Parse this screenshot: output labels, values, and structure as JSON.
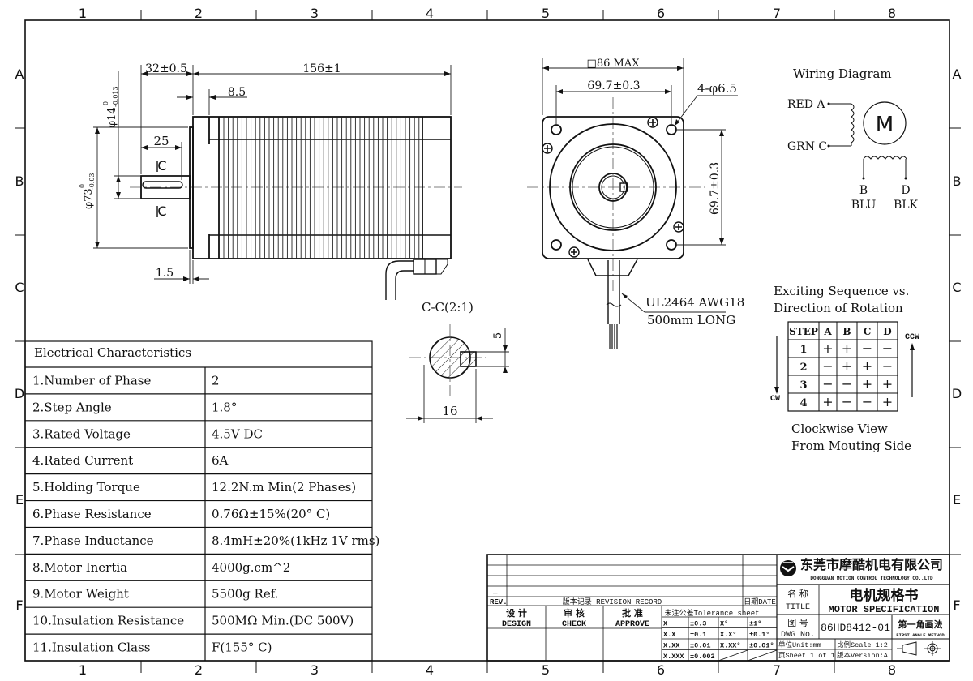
{
  "border": {
    "columns": [
      "1",
      "2",
      "3",
      "4",
      "5",
      "6",
      "7",
      "8"
    ],
    "rows": [
      "A",
      "B",
      "C",
      "D",
      "E",
      "F"
    ]
  },
  "side_view": {
    "dim_shaft_length": "32±0.5",
    "dim_body_length": "156±1",
    "dim_flange_step": "8.5",
    "dim_key_length": "25",
    "dim_pilot_thickness": "1.5",
    "dim_shaft_dia": "φ14",
    "dim_shaft_dia_tol_upper": "0",
    "dim_shaft_dia_tol_lower": "-0.013",
    "dim_pilot_dia": "φ73",
    "dim_pilot_dia_tol_upper": "0",
    "dim_pilot_dia_tol_lower": "-0.03",
    "section_mark": "C"
  },
  "front_view": {
    "dim_max_square": "□86 MAX",
    "dim_hole_spacing_h": "69.7±0.3",
    "dim_hole_spacing_v": "69.7±0.3",
    "dim_holes": "4-φ6.5",
    "cable_spec": "UL2464 AWG18",
    "cable_length": "500mm LONG"
  },
  "section_view": {
    "title": "C-C(2:1)",
    "dim_width": "16",
    "dim_key": "5"
  },
  "wiring": {
    "title": "Wiring Diagram",
    "motor_label": "M",
    "wire_a": "RED A",
    "wire_c": "GRN C",
    "wire_b": "B",
    "wire_b_color": "BLU",
    "wire_d": "D",
    "wire_d_color": "BLK"
  },
  "sequence": {
    "title_line1": "Exciting Sequence vs.",
    "title_line2": "Direction of Rotation",
    "headers": [
      "STEP",
      "A",
      "B",
      "C",
      "D"
    ],
    "rows": [
      [
        "1",
        "+",
        "+",
        "−",
        "−"
      ],
      [
        "2",
        "−",
        "+",
        "+",
        "−"
      ],
      [
        "3",
        "−",
        "−",
        "+",
        "+"
      ],
      [
        "4",
        "+",
        "−",
        "−",
        "+"
      ]
    ],
    "ccw_label": "CCW",
    "cw_label": "CW",
    "note_line1": "Clockwise View",
    "note_line2": "From Mouting Side"
  },
  "electrical": {
    "title": "Electrical Characteristics",
    "rows": [
      {
        "label": "1.Number of Phase",
        "value": "2"
      },
      {
        "label": "2.Step Angle",
        "value": "1.8°"
      },
      {
        "label": "3.Rated Voltage",
        "value": "4.5V DC"
      },
      {
        "label": "4.Rated Current",
        "value": "6A"
      },
      {
        "label": "5.Holding Torque",
        "value": "12.2N.m Min(2 Phases)"
      },
      {
        "label": "6.Phase Resistance",
        "value": "0.76Ω±15%(20° C)"
      },
      {
        "label": "7.Phase Inductance",
        "value": "8.4mH±20%(1kHz 1V rms)"
      },
      {
        "label": "8.Motor Inertia",
        "value": "4000g.cm^2"
      },
      {
        "label": "9.Motor Weight",
        "value": "5500g Ref."
      },
      {
        "label": "10.Insulation Resistance",
        "value": "500MΩ Min.(DC 500V)"
      },
      {
        "label": "11.Insulation Class",
        "value": "F(155° C)"
      }
    ]
  },
  "title_block": {
    "rev_mark": "—",
    "rev_label": "REV.",
    "revision_record": "版本记录 REVISION RECORD",
    "date_label": "日期DATE",
    "design_cn": "设 计",
    "design_en": "DESIGN",
    "check_cn": "审 核",
    "check_en": "CHECK",
    "approve_cn": "批 准",
    "approve_en": "APPROVE",
    "tolerance_title": "未注公差Tolerance sheet",
    "tolerance": [
      [
        "X",
        "±0.3",
        "X°",
        "±1°"
      ],
      [
        "X.X",
        "±0.1",
        "X.X°",
        "±0.1°"
      ],
      [
        "X.XX",
        "±0.01",
        "X.XX°",
        "±0.01°"
      ],
      [
        "X.XXX",
        "±0.002",
        "",
        ""
      ]
    ],
    "company_cn": "东莞市摩酷机电有限公司",
    "company_en": "DONGGUAN MOTION CONTROL TECHNOLOGY CO.,LTD",
    "title_label_cn": "名 称",
    "title_label_en": "TITLE",
    "doc_title_cn": "电机规格书",
    "doc_title_en": "MOTOR SPECIFICATION",
    "dwg_label_cn": "图 号",
    "dwg_label_en": "DWG No.",
    "dwg_no": "86HD8412-01",
    "projection_cn": "第一角画法",
    "projection_en": "FIRST ANGLE METHOD",
    "unit": "单位Unit:mm",
    "scale": "比例Scale 1:2",
    "sheet": "页Sheet 1 of 1",
    "version": "版本Version:A"
  }
}
